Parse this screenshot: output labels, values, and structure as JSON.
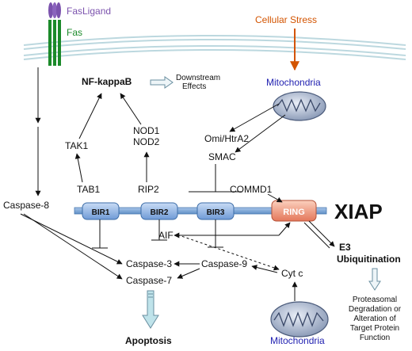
{
  "labels": {
    "fas_ligand": "FasLigand",
    "fas": "Fas",
    "cellular_stress": "Cellular Stress",
    "nf_kappab": "NF-kappaB",
    "downstream_line1": "Downstream",
    "downstream_line2": "Effects",
    "mitochondria_top": "Mitochondria",
    "mitochondria_bottom": "Mitochondria",
    "tak1": "TAK1",
    "nod1": "NOD1",
    "nod2": "NOD2",
    "omi_htra2": "Omi/HtrA2",
    "smac": "SMAC",
    "tab1": "TAB1",
    "rip2": "RIP2",
    "commd1": "COMMD1",
    "caspase8": "Caspase-8",
    "xiap": "XIAP",
    "aif": "AIF",
    "caspase3": "Caspase-3",
    "caspase7": "Caspase-7",
    "caspase9": "Caspase-9",
    "cytc": "Cyt c",
    "e3_line1": "E3",
    "e3_line2": "Ubiquitination",
    "proteasomal_line1": "Proteasomal",
    "proteasomal_line2": "Degradation or",
    "proteasomal_line3": "Alteration of",
    "proteasomal_line4": "Target Protein",
    "proteasomal_line5": "Function",
    "apoptosis": "Apoptosis"
  },
  "domains": {
    "bir1": "BIR1",
    "bir2": "BIR2",
    "bir3": "BIR3",
    "ring": "RING"
  },
  "colors": {
    "fas_ligand": "#7b52ad",
    "fas": "#1b8a2a",
    "stress": "#d35400",
    "mito_text": "#1f1fb0",
    "bir": "#8fb4e8",
    "ring": "#f1a07f",
    "backbone": "#5f8fc6",
    "block_arrow": "#bfe3ea",
    "membrane": "#bcd8df"
  }
}
